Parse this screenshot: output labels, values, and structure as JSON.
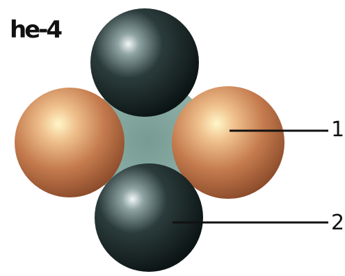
{
  "title": "he-4",
  "labels": [
    "1",
    "2"
  ],
  "particles": {
    "dark_count": 2,
    "light_count": 2
  },
  "colors": {
    "dark_sphere": "#1f2b2b",
    "light_sphere": "#c47a4d",
    "halo": "#7aa39a",
    "leader_line": "#111111"
  }
}
